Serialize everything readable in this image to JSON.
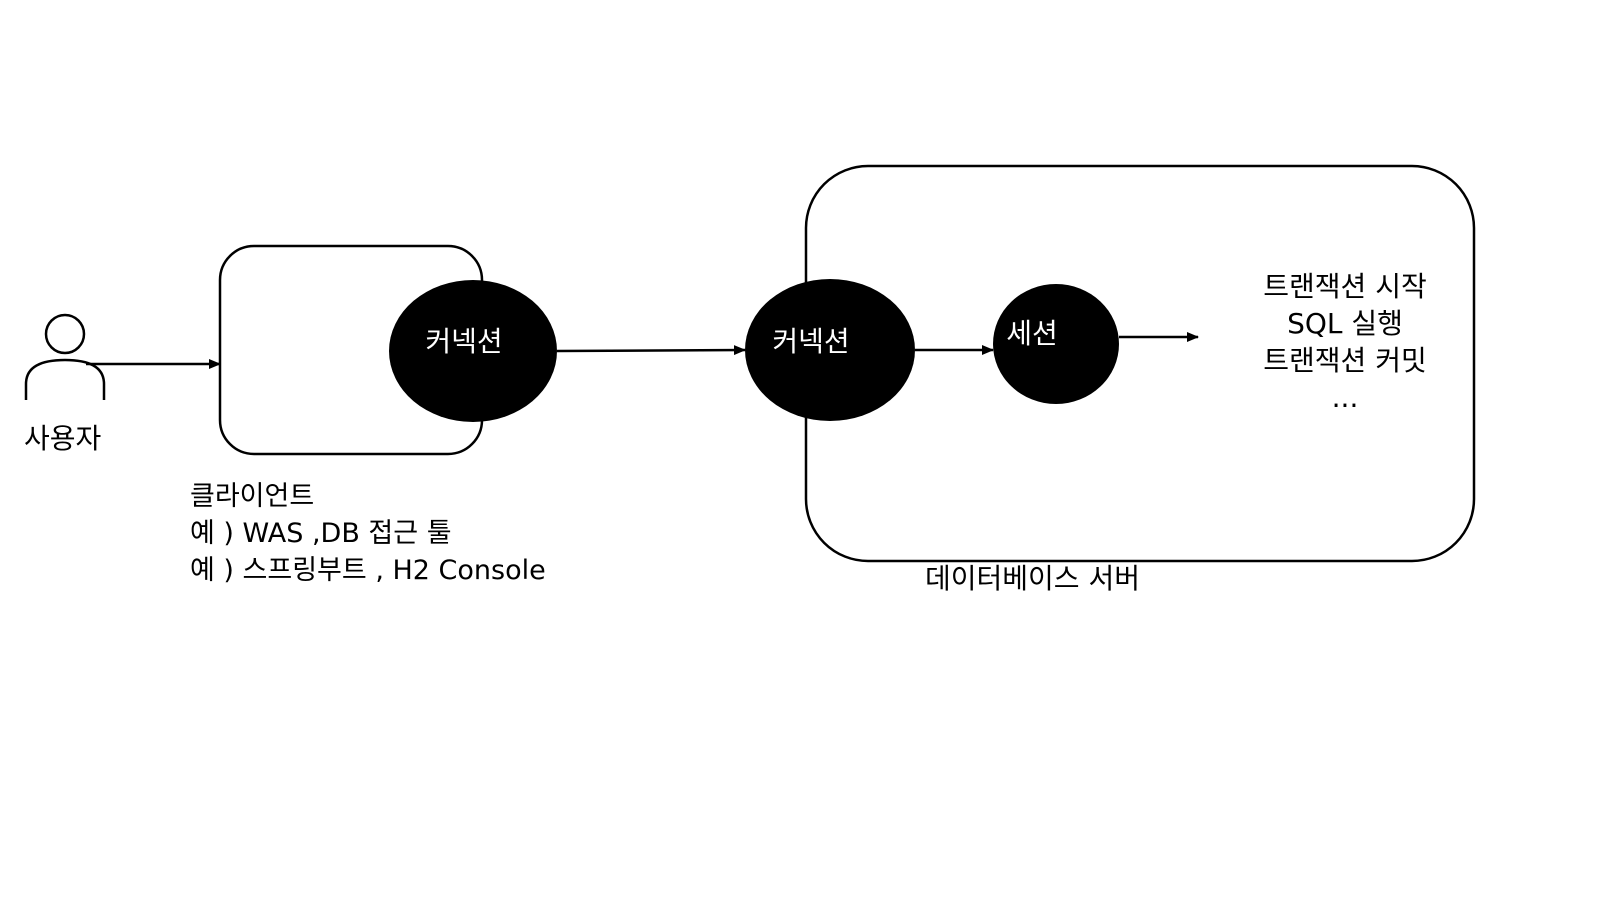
{
  "user": {
    "label": "사용자",
    "icon": "user-icon"
  },
  "client": {
    "caption_lines": [
      "클라이언트",
      "예 ) WAS ,DB 접근 툴",
      "예 ) 스프링부트 , H2 Console"
    ],
    "connection_label": "커넥션"
  },
  "database": {
    "caption": "데이터베이스 서버",
    "connection_label": "커넥션",
    "session_label": "세션",
    "steps": [
      "트랜잭션 시작",
      "SQL 실행",
      "트랜잭션 커밋",
      "..."
    ]
  },
  "colors": {
    "node_fill": "#000000",
    "node_text": "#ffffff",
    "stroke": "#000000",
    "background": "#ffffff"
  }
}
